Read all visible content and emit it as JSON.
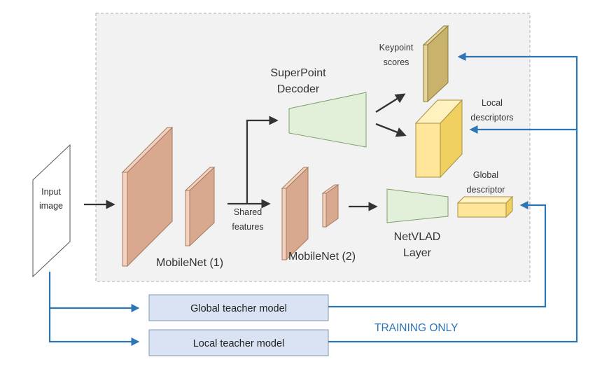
{
  "labels": {
    "input_image_line1": "Input",
    "input_image_line2": "image",
    "mobilenet1": "MobileNet (1)",
    "shared_features_line1": "Shared",
    "shared_features_line2": "features",
    "mobilenet2": "MobileNet (2)",
    "superpoint_line1": "SuperPoint",
    "superpoint_line2": "Decoder",
    "keypoint_line1": "Keypoint",
    "keypoint_line2": "scores",
    "local_desc_line1": "Local",
    "local_desc_line2": "descriptors",
    "global_desc_line1": "Global",
    "global_desc_line2": "descriptor",
    "netvlad_line1": "NetVLAD",
    "netvlad_line2": "Layer"
  },
  "teachers": {
    "global": "Global teacher model",
    "local": "Local teacher model"
  },
  "training_only": "TRAINING ONLY",
  "colors": {
    "mobilenet_front": "#d9a98f",
    "mobilenet_side": "#f2d2bf",
    "decoder_fill": "#e2f0d9",
    "keypoint_front": "#c9b26c",
    "descriptor_front": "#ffe699",
    "teacher_box": "#dae3f3",
    "training_arrow": "#2e75b6",
    "black_arrow": "#333333"
  }
}
